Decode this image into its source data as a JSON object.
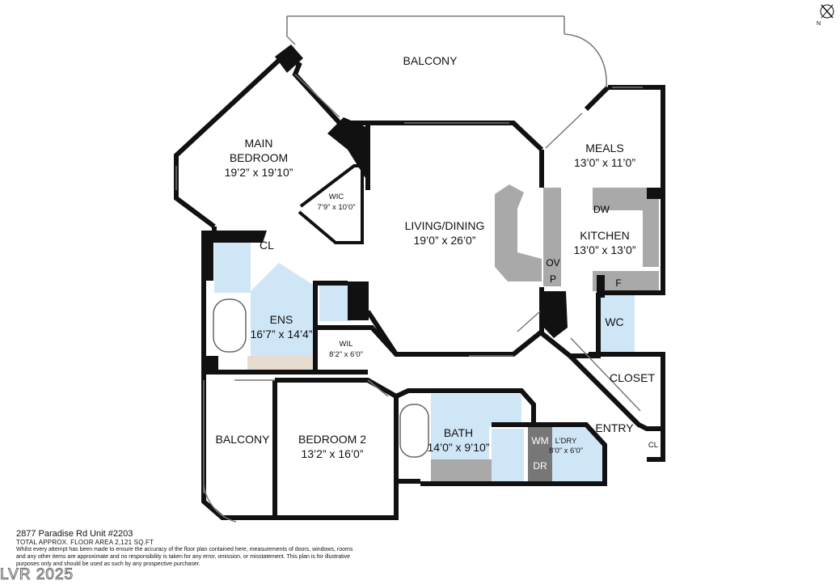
{
  "rooms": {
    "balcony_top": {
      "name": "BALCONY"
    },
    "main_bedroom": {
      "name_line1": "MAIN",
      "name_line2": "BEDROOM",
      "dims": "19’2” x 19’10”"
    },
    "wic": {
      "name": "WIC",
      "dims": "7’9” x 10’0”"
    },
    "living_dining": {
      "name": "LIVING/DINING",
      "dims": "19’0” x 26’0”"
    },
    "meals": {
      "name": "MEALS",
      "dims": "13’0” x 11’0”"
    },
    "kitchen": {
      "name": "KITCHEN",
      "dims": "13’0” x 13’0”"
    },
    "cl_main": {
      "name": "CL"
    },
    "ens": {
      "name": "ENS",
      "dims": "16’7” x 14’4”"
    },
    "wil": {
      "name": "WIL",
      "dims": "8’2” x 6’0”"
    },
    "wc": {
      "name": "WC"
    },
    "closet": {
      "name": "CLOSET"
    },
    "balcony_left": {
      "name": "BALCONY"
    },
    "bedroom2": {
      "name": "BEDROOM 2",
      "dims": "13’2” x 16’0”"
    },
    "bath": {
      "name": "BATH",
      "dims": "14’0” x 9’10”"
    },
    "laundry": {
      "name": "L’DRY",
      "dims": "8’0” x 6’0”"
    },
    "entry": {
      "name": "ENTRY"
    },
    "cl_entry": {
      "name": "CL"
    }
  },
  "fixtures": {
    "dw": "DW",
    "ov": "OV",
    "p": "P",
    "f": "F",
    "wm": "WM",
    "dr": "DR"
  },
  "compass": {
    "label": "N",
    "icon": "north-arrow-icon"
  },
  "footer": {
    "address": "2877 Paradise Rd Unit #2203",
    "area": "TOTAL APPROX. FLOOR AREA 2,121 SQ.FT",
    "disclaimer": "Whilst every attempt has been made to ensure the accuracy of the floor plan contained here, measurements of doors, windows, rooms and any other items are approximate and no responsibility is taken for any error, omission, or misstatement. This plan is for illustrative purposes only and should be used as such by any prospective purchaser."
  },
  "watermark": "LVR 2025",
  "colors": {
    "wall": "#111111",
    "wet_room": "#cfe6f6",
    "counter": "#a9a9a9",
    "tile": "#e6ddd0"
  }
}
